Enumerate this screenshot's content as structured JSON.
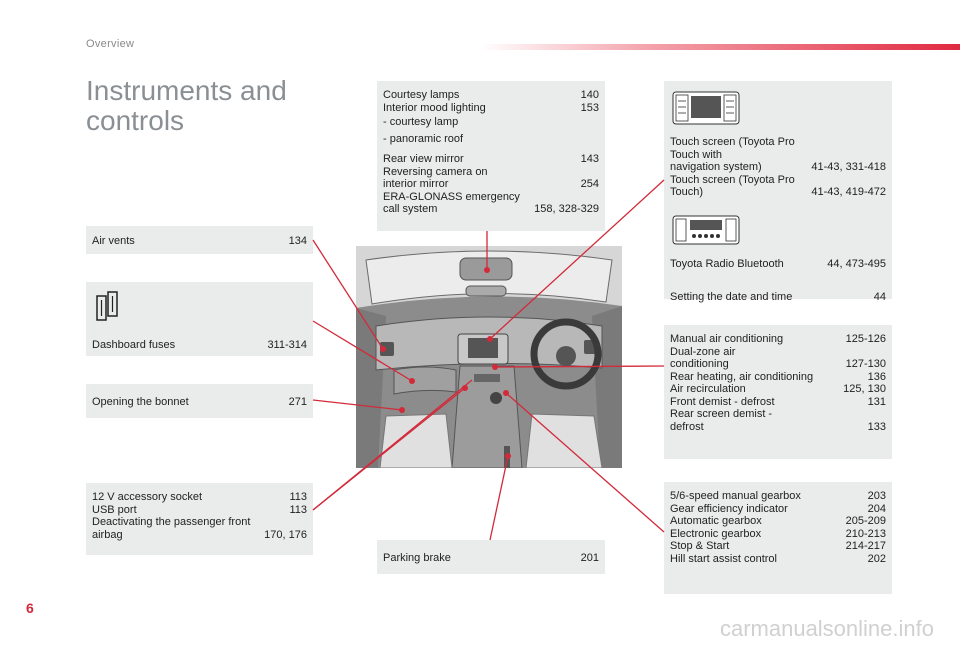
{
  "header": {
    "section": "Overview"
  },
  "title": "Instruments and controls",
  "page_number": "6",
  "watermark": "carmanualsonline.info",
  "panels": {
    "air_vents": {
      "label": "Air vents",
      "page": "134"
    },
    "fuses": {
      "label": "Dashboard fuses",
      "page": "311-314"
    },
    "bonnet": {
      "label": "Opening the bonnet",
      "page": "271"
    },
    "socket": [
      {
        "label": "12 V accessory socket",
        "page": "113"
      },
      {
        "label": "USB port",
        "page": "113"
      },
      {
        "label": "Deactivating the passenger front\n    airbag",
        "page": "170, 176"
      }
    ],
    "courtesy": {
      "items": [
        {
          "label": "Courtesy lamps",
          "page": "140"
        },
        {
          "label": "Interior mood lighting",
          "page": "153"
        }
      ],
      "subs": [
        "-   courtesy lamp",
        "-   panoramic roof"
      ],
      "items2": [
        {
          "label": "Rear view mirror",
          "page": "143"
        },
        {
          "label": "Reversing camera on\n    interior mirror",
          "page": "254"
        },
        {
          "label": "ERA-GLONASS emergency\n    call system",
          "page": "158, 328-329"
        }
      ]
    },
    "parking": {
      "label": "Parking brake",
      "page": "201"
    },
    "touch": [
      {
        "label": "Touch screen (Toyota Pro Touch with\nnavigation system)",
        "page": "41-43, 331-418"
      },
      {
        "label": "Touch screen (Toyota Pro\nTouch)",
        "page": "41-43, 419-472"
      }
    ],
    "radio": {
      "label": "Toyota Radio Bluetooth",
      "page": "44, 473-495"
    },
    "date": {
      "label": "Setting the date and time",
      "page": "44"
    },
    "aircon": [
      {
        "label": "Manual air conditioning",
        "page": "125-126"
      },
      {
        "label": "Dual-zone air\n    conditioning",
        "page": "127-130"
      },
      {
        "label": "Rear heating, air conditioning",
        "page": "136"
      },
      {
        "label": "Air recirculation",
        "page": "125, 130"
      },
      {
        "label": "Front demist - defrost",
        "page": "131"
      },
      {
        "label": "Rear screen demist -\n    defrost",
        "page": "133"
      }
    ],
    "gearbox": [
      {
        "label": "5/6-speed manual gearbox",
        "page": "203"
      },
      {
        "label": "Gear efficiency indicator",
        "page": "204"
      },
      {
        "label": "Automatic gearbox",
        "page": "205-209"
      },
      {
        "label": "Electronic gearbox",
        "page": "210-213"
      },
      {
        "label": "Stop & Start",
        "page": "214-217"
      },
      {
        "label": "Hill start assist control",
        "page": "202"
      }
    ]
  },
  "colors": {
    "accent": "#d22a3a",
    "panel": "#eaebeb",
    "title": "#8a8f94"
  }
}
